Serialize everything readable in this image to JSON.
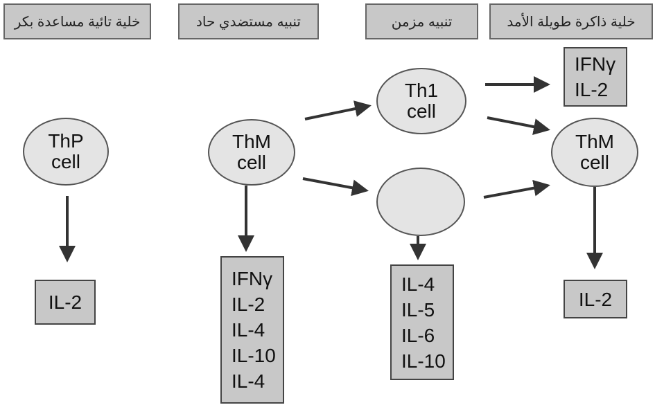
{
  "headers": [
    {
      "label": "خلية ذاكرة طويلة الأمد"
    },
    {
      "label": "تنبيه مزمن"
    },
    {
      "label": "تنبيه مستضدي حاد"
    },
    {
      "label": "خلية تائية مساعدة بكر"
    }
  ],
  "cells": {
    "thp": {
      "line1": "ThP",
      "line2": "cell"
    },
    "thm": {
      "line1": "ThM",
      "line2": "cell"
    },
    "th1": {
      "line1": "Th1",
      "line2": "cell"
    },
    "thm_memory": {
      "line1": "ThM",
      "line2": "cell"
    }
  },
  "cytokines": {
    "thp": [
      "IL-2"
    ],
    "thm": [
      "IFNγ",
      "IL-2",
      "IL-4",
      "IL-10",
      "IL-4"
    ],
    "unlabeled": [
      "IL-4",
      "IL-5",
      "IL-6",
      "IL-10"
    ],
    "th1": [
      "IFNγ",
      "IL-2"
    ],
    "memory": [
      "IL-2"
    ]
  },
  "colors": {
    "box_fill": "#c8c8c8",
    "cell_fill": "#e4e4e4",
    "arrow": "#333333"
  }
}
